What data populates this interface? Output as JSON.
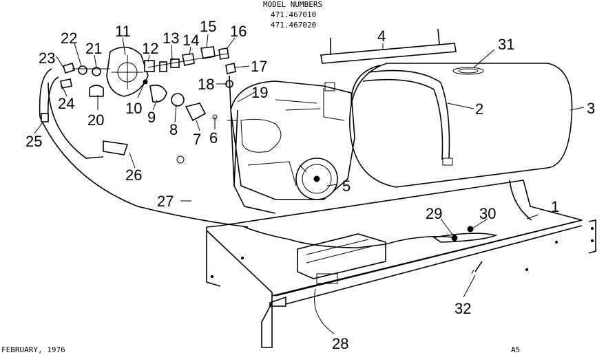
{
  "header": {
    "model_title": "MODEL NUMBERS",
    "model_1": "471.467010",
    "model_2": "471.467020"
  },
  "footer": {
    "date": "FEBRUARY, 1976",
    "page": "A5"
  },
  "callouts": [
    "1",
    "2",
    "3",
    "4",
    "5",
    "6",
    "7",
    "8",
    "9",
    "10",
    "11",
    "12",
    "13",
    "14",
    "15",
    "16",
    "17",
    "18",
    "19",
    "20",
    "21",
    "22",
    "23",
    "24",
    "25",
    "26",
    "27",
    "28",
    "29",
    "30",
    "31",
    "32"
  ]
}
